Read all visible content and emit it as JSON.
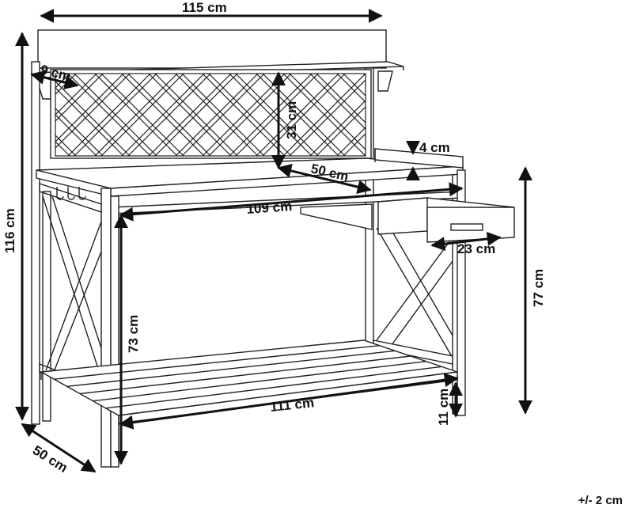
{
  "diagram": {
    "labels": {
      "width_total": "115 cm",
      "height_total": "116 cm",
      "shelf_depth": "9 cm",
      "trellis_height": "31 cm",
      "tray_depth": "4 cm",
      "tray_width": "50 cm",
      "table_width": "109 cm",
      "drawer_width": "23 cm",
      "table_height": "77 cm",
      "leg_height": "73 cm",
      "bottom_width": "111 cm",
      "bottom_clearance": "11 cm",
      "depth": "50 cm"
    },
    "tolerance": "+/- 2 cm"
  }
}
